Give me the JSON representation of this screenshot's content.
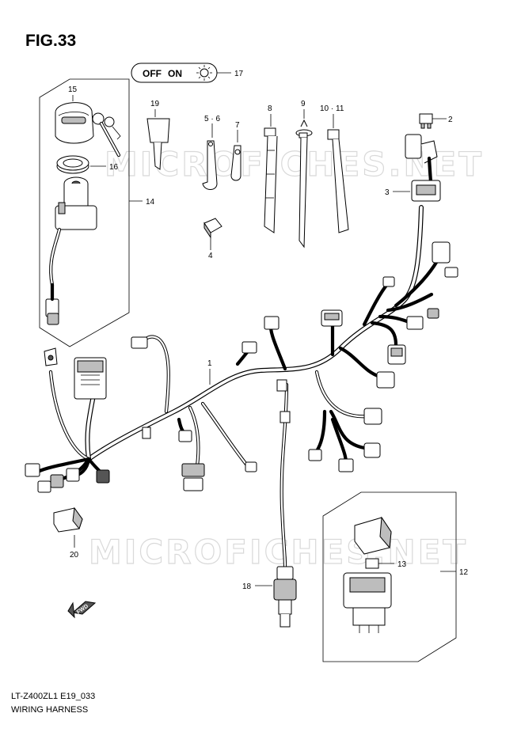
{
  "figure": {
    "title": "FIG.33",
    "model_code": "LT-Z400ZL1 E19_033",
    "caption": "WIRING HARNESS"
  },
  "switch_label": {
    "off": "OFF",
    "on": "ON",
    "icon": "light-bulb-icon"
  },
  "watermark": "MICROFICHES.NET",
  "direction_label": "FWD",
  "callouts": [
    "1",
    "2",
    "3",
    "4",
    "5 · 6",
    "7",
    "8",
    "9",
    "10 · 11",
    "12",
    "13",
    "14",
    "15",
    "16",
    "17",
    "18",
    "19",
    "20"
  ],
  "colors": {
    "ink": "#000000",
    "watermark": "#d9d9d9",
    "fill_gray": "#bdbdbd"
  }
}
